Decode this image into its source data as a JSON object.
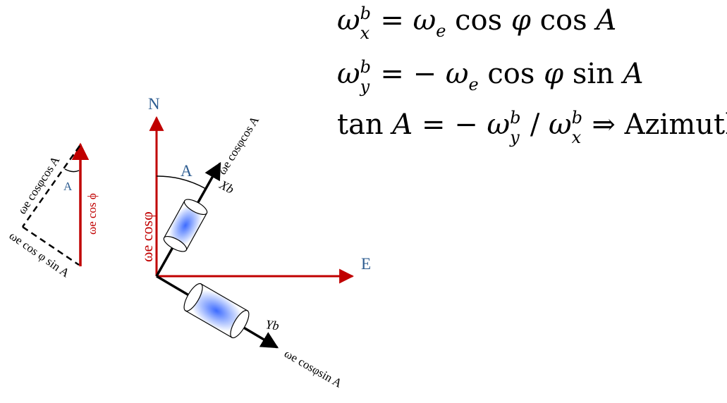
{
  "left_triangle": {
    "vertical_label": "ωe cos ϕ",
    "angle_label": "A",
    "upper_dashed_label": "ωe cosφcos A",
    "lower_dashed_label": "ωe cos φ sin A"
  },
  "main_diagram": {
    "north_label": "N",
    "east_label": "E",
    "angle_label": "A",
    "north_component_label": "ωe cosφ",
    "xb_label": "Xb",
    "yb_label": "Yb",
    "xb_component_label": "ωe cosφcos A",
    "yb_component_label": "ωe cosφsin A"
  },
  "equations": [
    "ω_x^b = ω_e cos φ cos A",
    "ω_y^b = − ω_e cos φ sin A",
    "tan A = − ω_y^b / ω_x^b ⇒ Azimuth"
  ],
  "colors": {
    "red_axis": "#c00000",
    "blue_label": "#2e5d91",
    "black": "#000000",
    "gyro_fill": "#4d7fff"
  }
}
